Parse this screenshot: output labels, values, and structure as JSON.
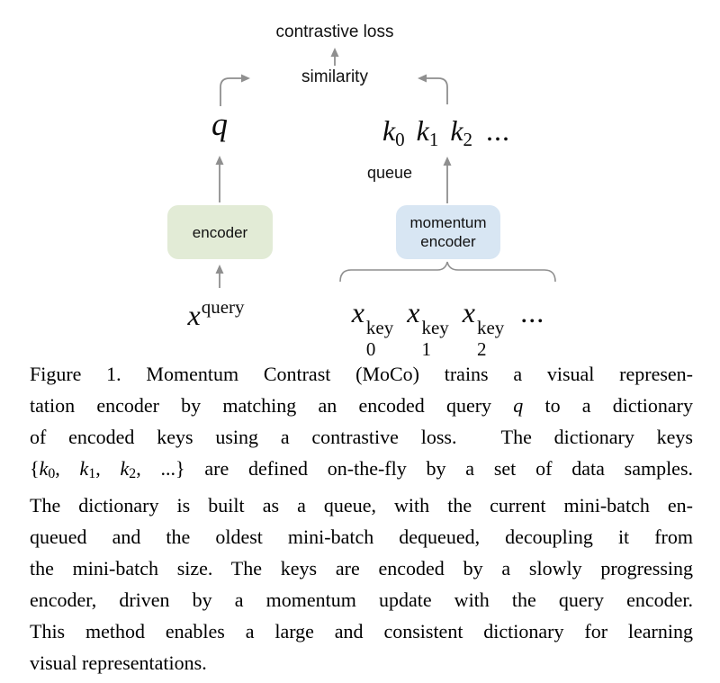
{
  "colors": {
    "encoder_box_fill": "#e2ebd6",
    "momentum_box_fill": "#d8e6f3",
    "arrow_gray": "#8f8f8f",
    "text": "#0b0b0b"
  },
  "diagram": {
    "contrastive_loss": "contrastive loss",
    "similarity": "similarity",
    "q": "q",
    "queue": "queue",
    "encoder_label": "encoder",
    "momentum_encoder_line1": "momentum",
    "momentum_encoder_line2": "encoder",
    "keys": {
      "items": [
        {
          "base": "k",
          "sub": "0"
        },
        {
          "base": "k",
          "sub": "1"
        },
        {
          "base": "k",
          "sub": "2"
        }
      ],
      "ellipsis": "..."
    },
    "x_query": {
      "base": "x",
      "sup": "query"
    },
    "x_keys": {
      "items": [
        {
          "base": "x",
          "sub": "0",
          "sup": "key"
        },
        {
          "base": "x",
          "sub": "1",
          "sup": "key"
        },
        {
          "base": "x",
          "sub": "2",
          "sup": "key"
        }
      ],
      "ellipsis": "..."
    }
  },
  "caption": {
    "lines": [
      {
        "segments": [
          {
            "t": "Figure 1. Momentum Contrast (MoCo) trains a visual represen-"
          }
        ]
      },
      {
        "segments": [
          {
            "t": "tation encoder by matching an encoded query "
          },
          {
            "t": "q"
          },
          {
            "t": " to a dictionary"
          }
        ]
      },
      {
        "segments": [
          {
            "t": "of encoded keys using a contrastive loss.  The dictionary keys"
          }
        ]
      },
      {
        "segments": [
          {
            "t": "{"
          },
          {
            "t": "k"
          },
          {
            "t": "0"
          },
          {
            "t": ", "
          },
          {
            "t": "k"
          },
          {
            "t": "1"
          },
          {
            "t": ", "
          },
          {
            "t": "k"
          },
          {
            "t": "2"
          },
          {
            "t": ", ...} are defined on-the-fly by a set of data samples."
          }
        ]
      },
      {
        "segments": [
          {
            "t": "The dictionary is built as a queue, with the current mini-batch en-"
          }
        ]
      },
      {
        "segments": [
          {
            "t": "queued and the oldest mini-batch dequeued, decoupling it from"
          }
        ]
      },
      {
        "segments": [
          {
            "t": "the mini-batch size. The keys are encoded by a slowly progressing"
          }
        ]
      },
      {
        "segments": [
          {
            "t": "encoder, driven by a momentum update with the query encoder."
          }
        ]
      },
      {
        "segments": [
          {
            "t": "This method enables a large and consistent dictionary for learning"
          }
        ]
      },
      {
        "segments": [
          {
            "t": "visual representations."
          }
        ]
      }
    ]
  }
}
